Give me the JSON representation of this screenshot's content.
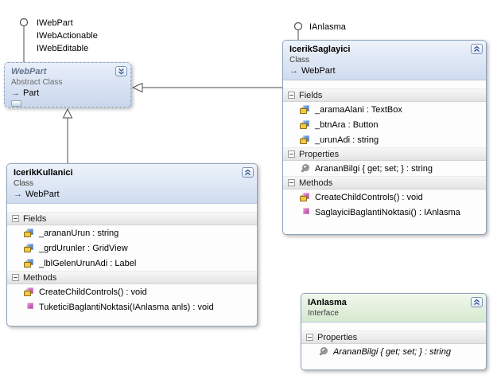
{
  "lollipop_webpart": {
    "interfaces": [
      {
        "label": "IWebPart"
      },
      {
        "label": "IWebActionable"
      },
      {
        "label": "IWebEditable"
      }
    ]
  },
  "lollipop_anlasma": {
    "label": "IAnlasma"
  },
  "webpart": {
    "title": "WebPart",
    "stereotype": "Abstract Class",
    "base_label": "Part"
  },
  "saglayici": {
    "title": "IcerikSaglayici",
    "stereotype": "Class",
    "base_label": "WebPart",
    "sections": {
      "fields_title": "Fields",
      "properties_title": "Properties",
      "methods_title": "Methods"
    },
    "fields": [
      {
        "label": "_aramaAlani : TextBox",
        "icon": "private-field-icon"
      },
      {
        "label": "_btnAra : Button",
        "icon": "private-field-icon"
      },
      {
        "label": "_urunAdi : string",
        "icon": "private-field-icon"
      }
    ],
    "properties": [
      {
        "label": "ArananBilgi { get; set; } : string",
        "icon": "property-icon"
      }
    ],
    "methods": [
      {
        "label": "CreateChildControls() : void",
        "icon": "protected-method-icon"
      },
      {
        "label": "SaglayiciBaglantiNoktasi() : IAnlasma",
        "icon": "method-icon"
      }
    ]
  },
  "kullanici": {
    "title": "IcerikKullanici",
    "stereotype": "Class",
    "base_label": "WebPart",
    "sections": {
      "fields_title": "Fields",
      "methods_title": "Methods"
    },
    "fields": [
      {
        "label": "_arananUrun : string",
        "icon": "private-field-icon"
      },
      {
        "label": "_grdUrunler : GridView",
        "icon": "private-field-icon"
      },
      {
        "label": "_lblGelenUrunAdi : Label",
        "icon": "private-field-icon"
      }
    ],
    "methods": [
      {
        "label": "CreateChildControls() : void",
        "icon": "protected-method-icon"
      },
      {
        "label": "TuketiciBaglantiNoktasi(IAnlasma anls) : void",
        "icon": "method-icon"
      }
    ]
  },
  "anlasma": {
    "title": "IAnlasma",
    "stereotype": "Interface",
    "sections": {
      "properties_title": "Properties"
    },
    "properties": [
      {
        "label": "ArananBilgi { get; set; } : string",
        "icon": "property-icon"
      }
    ]
  },
  "colors": {
    "class_header_top": "#edf3fb",
    "class_header_bottom": "#cfdcef",
    "interface_header_top": "#f0f7ec",
    "interface_header_bottom": "#d6e9cf",
    "box_border": "#8ea3bd",
    "chevron_blue": "#2b4f8e",
    "connector": "#4d4d4d"
  }
}
